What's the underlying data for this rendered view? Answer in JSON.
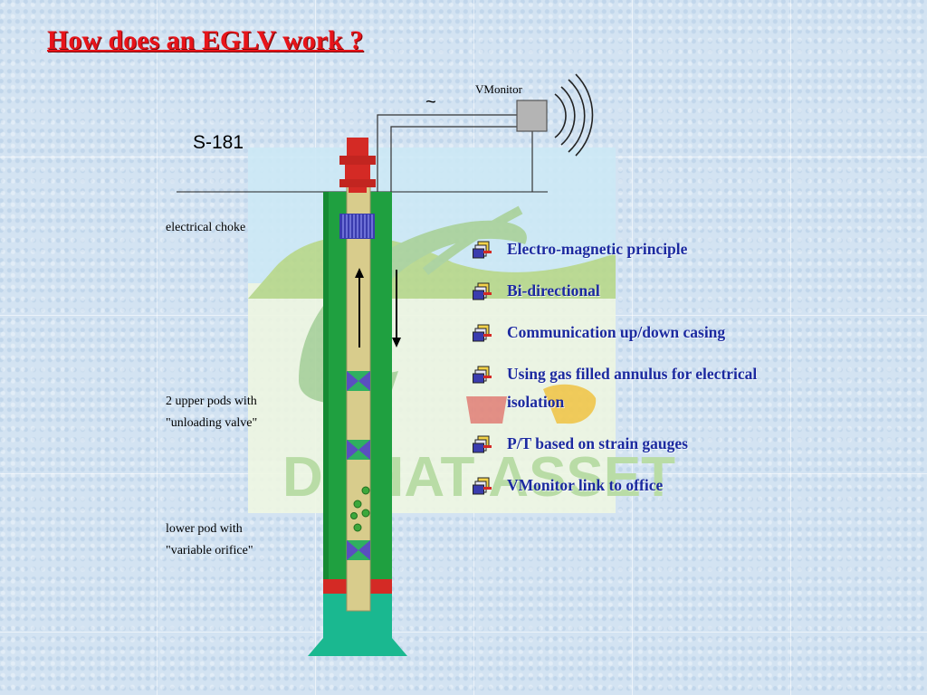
{
  "title": "How does an EGLV work ?",
  "well_label": "S-181",
  "vmonitor_label": "VMonitor",
  "signal_symbol": "~",
  "side_labels": {
    "choke": "electrical choke",
    "upper_pods_line1": "2 upper pods with",
    "upper_pods_line2": "\"unloading valve\"",
    "lower_pod_line1": "lower pod with",
    "lower_pod_line2": "\"variable orifice\""
  },
  "bullets": [
    "Electro-magnetic principle",
    "Bi-directional",
    "Communication up/down casing",
    "Using gas filled annulus for electrical isolation",
    "P/T based on strain gauges",
    "VMonitor link to office"
  ],
  "watermark_text": "DAHAT ASSET",
  "bullet_icon": "stacked-pages-icon",
  "colors": {
    "title": "#e8141a",
    "bullet_text": "#1c2aa0",
    "casing": "#1fa040",
    "tubing": "#d8cc8c",
    "wellhead": "#d42a25",
    "pod": "#5a4fc0",
    "base": "#1ab890"
  }
}
